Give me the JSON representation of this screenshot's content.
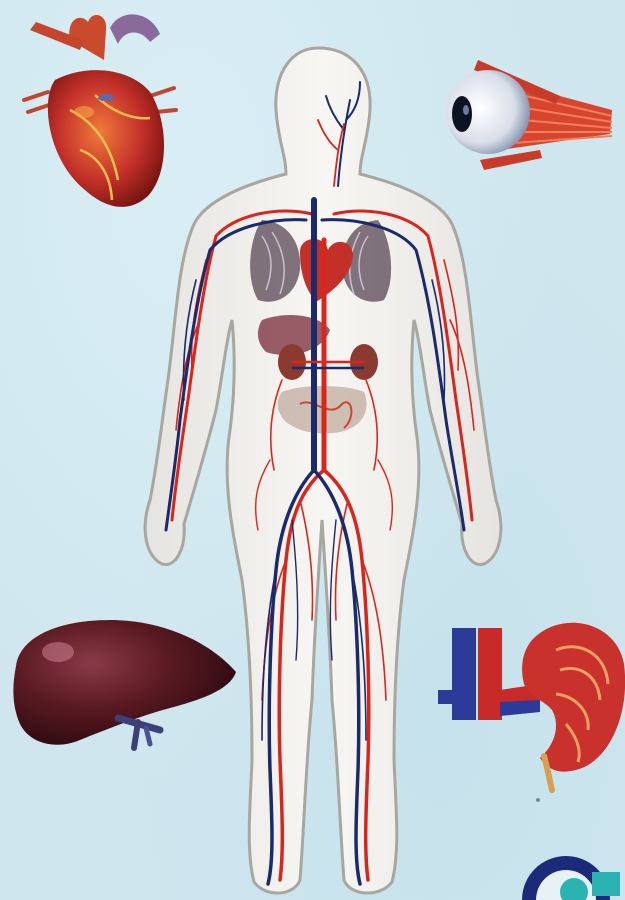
{
  "illustration": {
    "colors": {
      "background": "#cfe6ee",
      "body": "#f2f0ed",
      "artery": "#d8261d",
      "vein": "#1a2a6b",
      "heart": "#c3302a",
      "liver": "#5a1a22",
      "kidney": "#c8312c"
    },
    "parts": [
      "heart",
      "eye",
      "human-body",
      "liver",
      "kidney"
    ]
  }
}
